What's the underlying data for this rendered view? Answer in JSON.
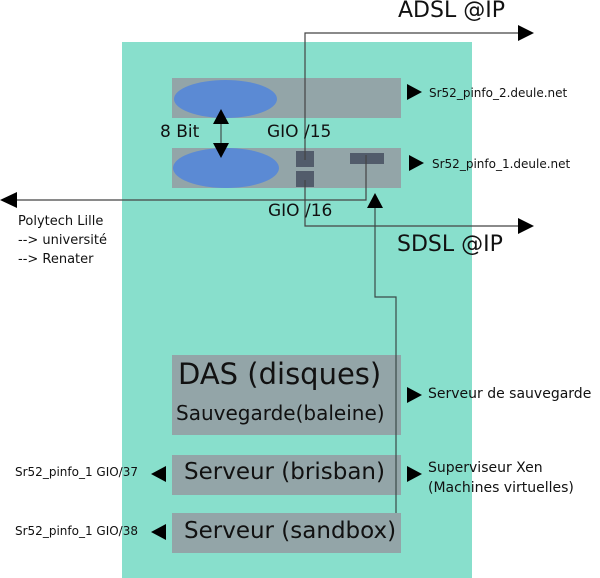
{
  "external_links": {
    "adsl": "ADSL @IP",
    "sdsl": "SDSL @IP",
    "polytech": [
      "Polytech Lille",
      "--> université",
      "--> Renater"
    ]
  },
  "switches": {
    "switch_top": {
      "host": "Sr52_pinfo_2.deule.net"
    },
    "switch_bottom": {
      "host": "Sr52_pinfo_1.deule.net"
    },
    "link_label": "8 Bit",
    "port_15": "GIO /15",
    "port_16": "GIO /16"
  },
  "das": {
    "title": "DAS (disques)",
    "subtitle": "Sauvegarde(baleine)",
    "role": "Serveur de sauvegarde"
  },
  "servers": [
    {
      "name": "Serveur (brisban)",
      "port": "Sr52_pinfo_1 GIO/37",
      "role_line1": "Superviseur Xen",
      "role_line2": "(Machines virtuelles)"
    },
    {
      "name": "Serveur (sandbox)",
      "port": "Sr52_pinfo_1 GIO/38"
    }
  ],
  "colors": {
    "rack": "#88dfcc",
    "box": "#93a5a8",
    "switch_module": "#5b8ad4",
    "port": "#525c6b"
  }
}
